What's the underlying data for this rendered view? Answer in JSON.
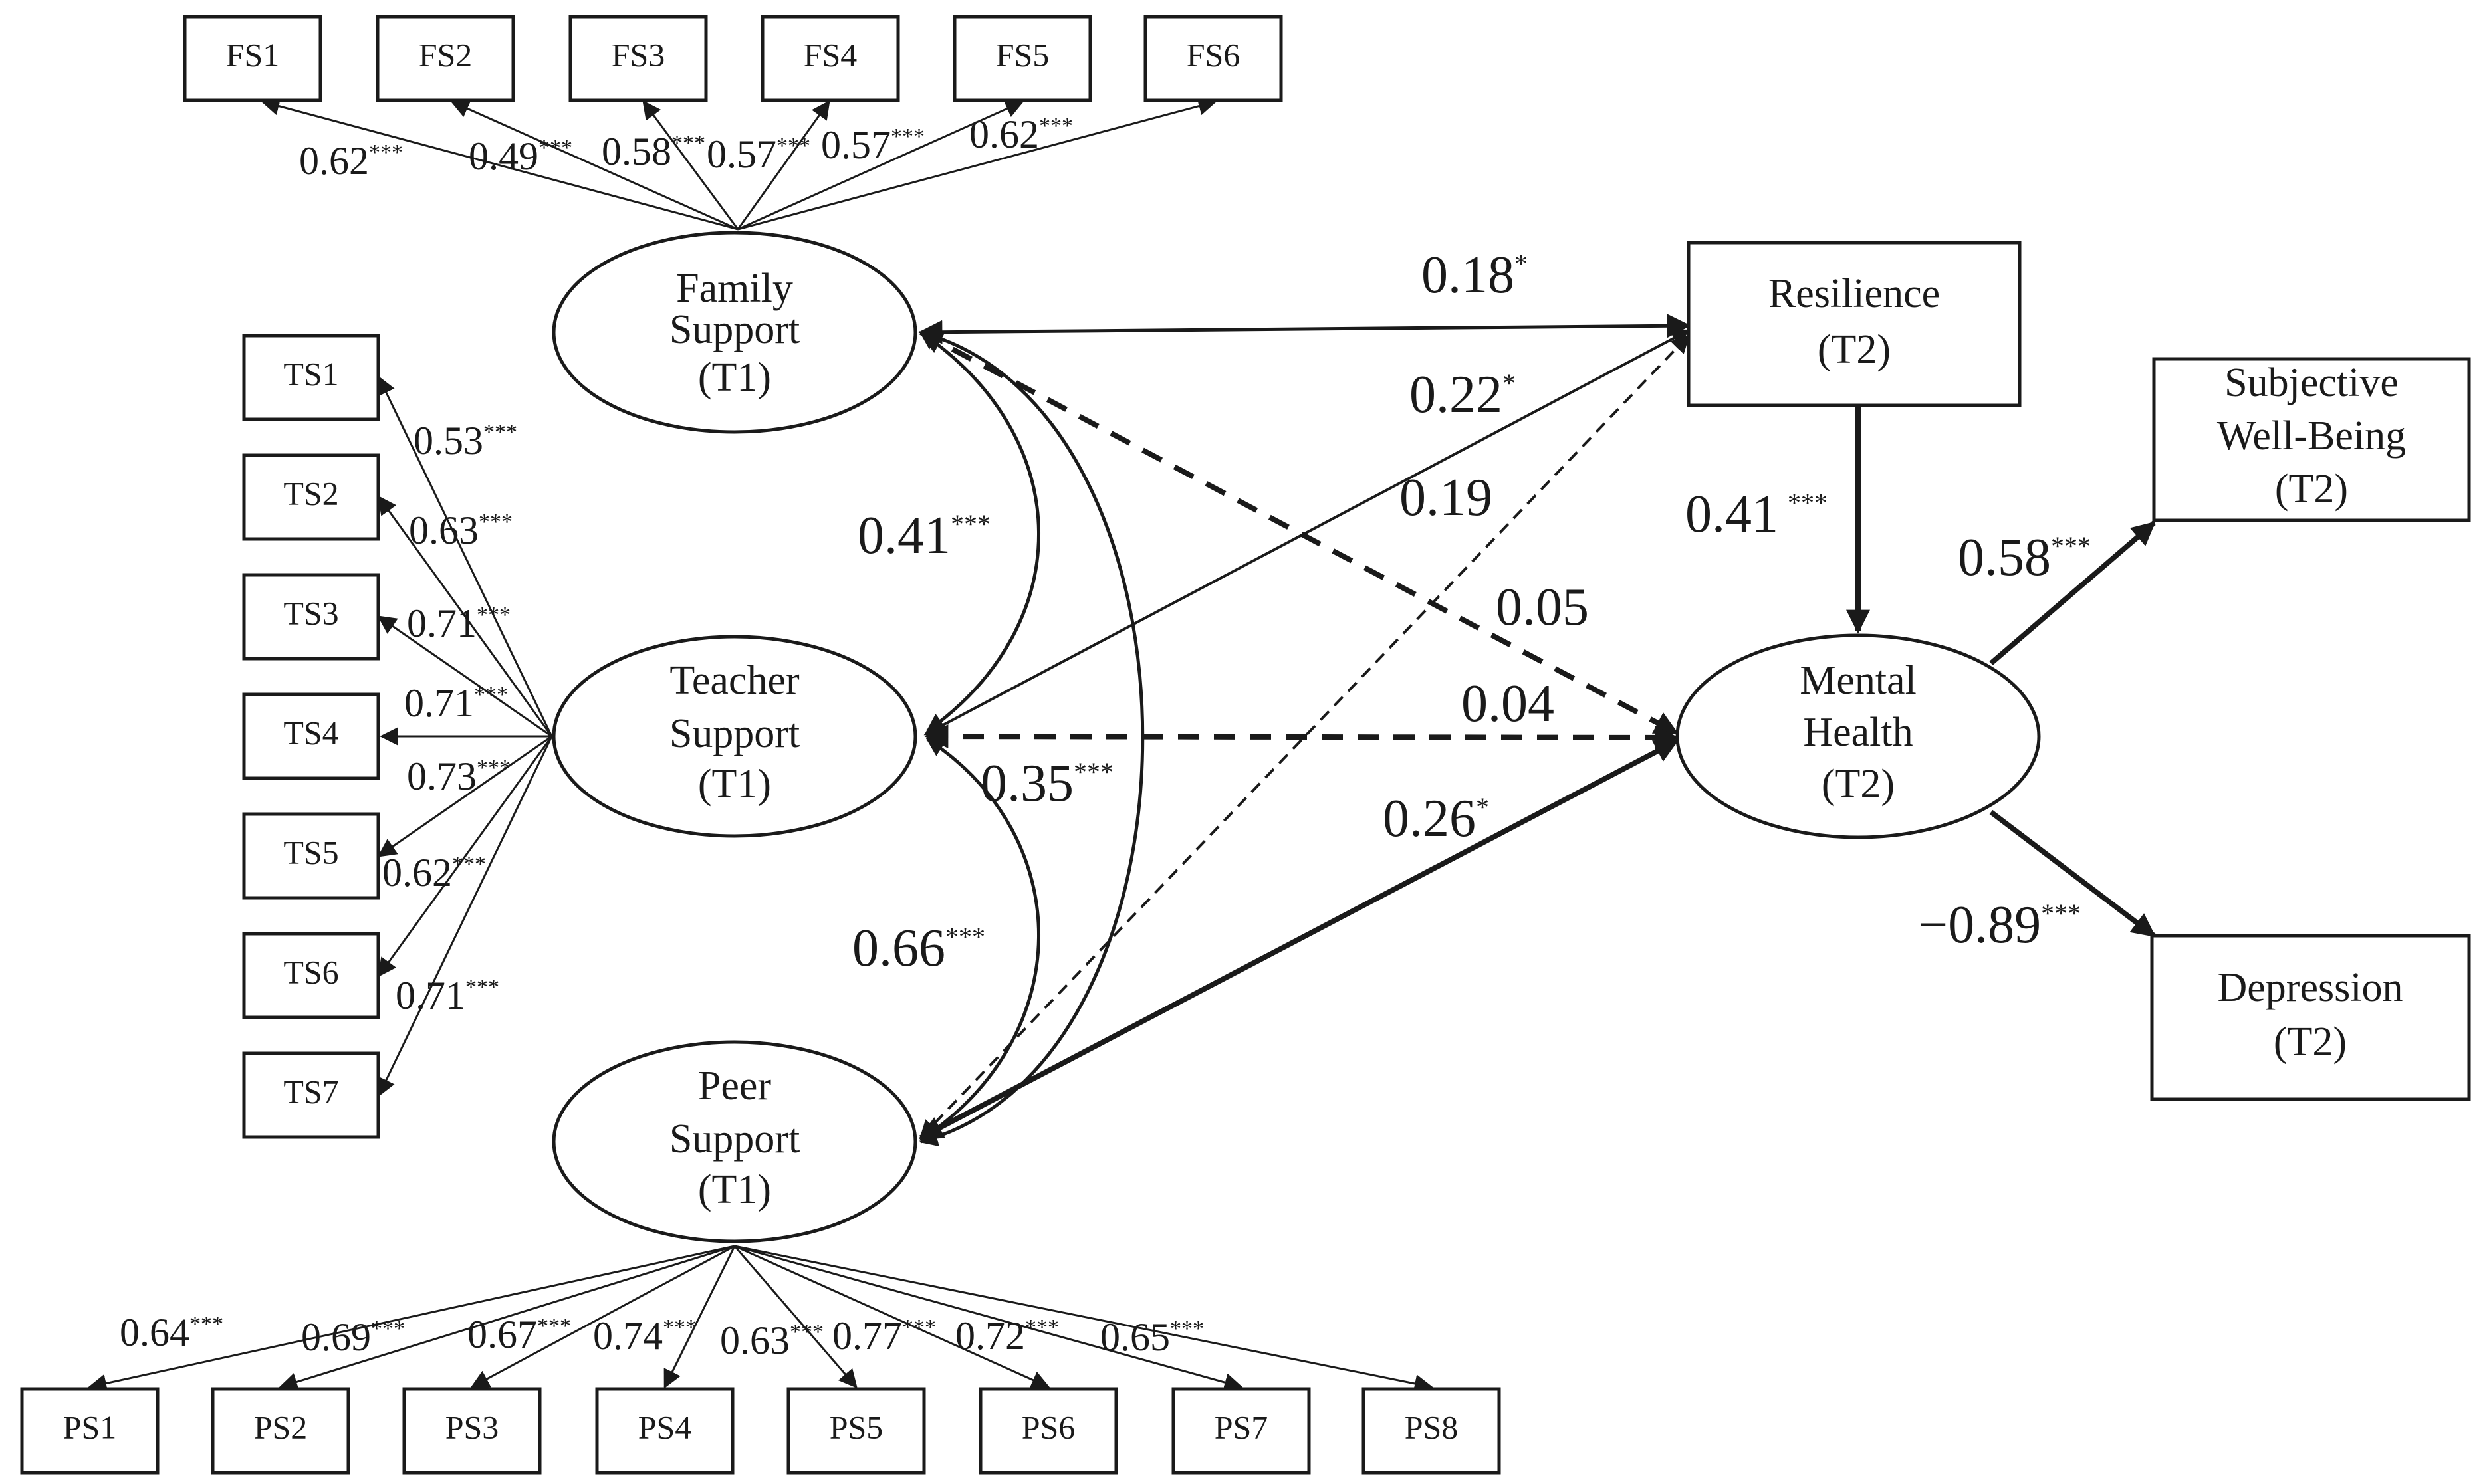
{
  "constructs": {
    "family": [
      "Family",
      "Support",
      "(T1)"
    ],
    "teacher": [
      "Teacher",
      "Support",
      "(T1)"
    ],
    "peer": [
      "Peer",
      "Support",
      "(T1)"
    ],
    "resilience": [
      "Resilience",
      "(T2)"
    ],
    "mental": [
      "Mental",
      "Health",
      "(T2)"
    ],
    "swb": [
      "Subjective",
      "Well-Being",
      "(T2)"
    ],
    "depression": [
      "Depression",
      "(T2)"
    ]
  },
  "indicators": {
    "fs": [
      "FS1",
      "FS2",
      "FS3",
      "FS4",
      "FS5",
      "FS6"
    ],
    "ts": [
      "TS1",
      "TS2",
      "TS3",
      "TS4",
      "TS5",
      "TS6",
      "TS7"
    ],
    "ps": [
      "PS1",
      "PS2",
      "PS3",
      "PS4",
      "PS5",
      "PS6",
      "PS7",
      "PS8"
    ]
  },
  "loadings": {
    "fs": [
      {
        "value": "0.62",
        "sig": "***"
      },
      {
        "value": "0.49",
        "sig": "***"
      },
      {
        "value": "0.58",
        "sig": "***"
      },
      {
        "value": "0.57",
        "sig": "***"
      },
      {
        "value": "0.57",
        "sig": "***"
      },
      {
        "value": "0.62",
        "sig": "***"
      }
    ],
    "ts": [
      {
        "value": "0.53",
        "sig": "***"
      },
      {
        "value": "0.63",
        "sig": "***"
      },
      {
        "value": "0.71",
        "sig": "***"
      },
      {
        "value": "0.71",
        "sig": "***"
      },
      {
        "value": "0.73",
        "sig": "***"
      },
      {
        "value": "0.62",
        "sig": "***"
      },
      {
        "value": "0.71",
        "sig": "***"
      }
    ],
    "ps": [
      {
        "value": "0.64",
        "sig": "***"
      },
      {
        "value": "0.69",
        "sig": "***"
      },
      {
        "value": "0.67",
        "sig": "***"
      },
      {
        "value": "0.74",
        "sig": "***"
      },
      {
        "value": "0.63",
        "sig": "***"
      },
      {
        "value": "0.77",
        "sig": "***"
      },
      {
        "value": "0.72",
        "sig": "***"
      },
      {
        "value": "0.65",
        "sig": "***"
      }
    ]
  },
  "correlations": {
    "family_teacher": {
      "value": "0.41",
      "sig": "***"
    },
    "teacher_peer": {
      "value": "0.66",
      "sig": "***"
    },
    "family_peer": {
      "value": "0.35",
      "sig": "***"
    }
  },
  "paths": {
    "family_resilience": {
      "value": "0.18",
      "sig": "*"
    },
    "teacher_resilience": {
      "value": "0.22",
      "sig": "*"
    },
    "peer_resilience": {
      "value": "0.19",
      "sig": ""
    },
    "family_mental": {
      "value": "0.05",
      "sig": ""
    },
    "teacher_mental": {
      "value": "0.04",
      "sig": ""
    },
    "peer_mental": {
      "value": "0.26",
      "sig": "*"
    },
    "resilience_mental": {
      "value": "0.41",
      "sig": "***"
    },
    "mental_swb": {
      "value": "0.58",
      "sig": "***"
    },
    "mental_depression": {
      "value": "−0.89",
      "sig": "***"
    }
  },
  "line_styles": {
    "significant": "solid",
    "non_significant": "dashed"
  }
}
